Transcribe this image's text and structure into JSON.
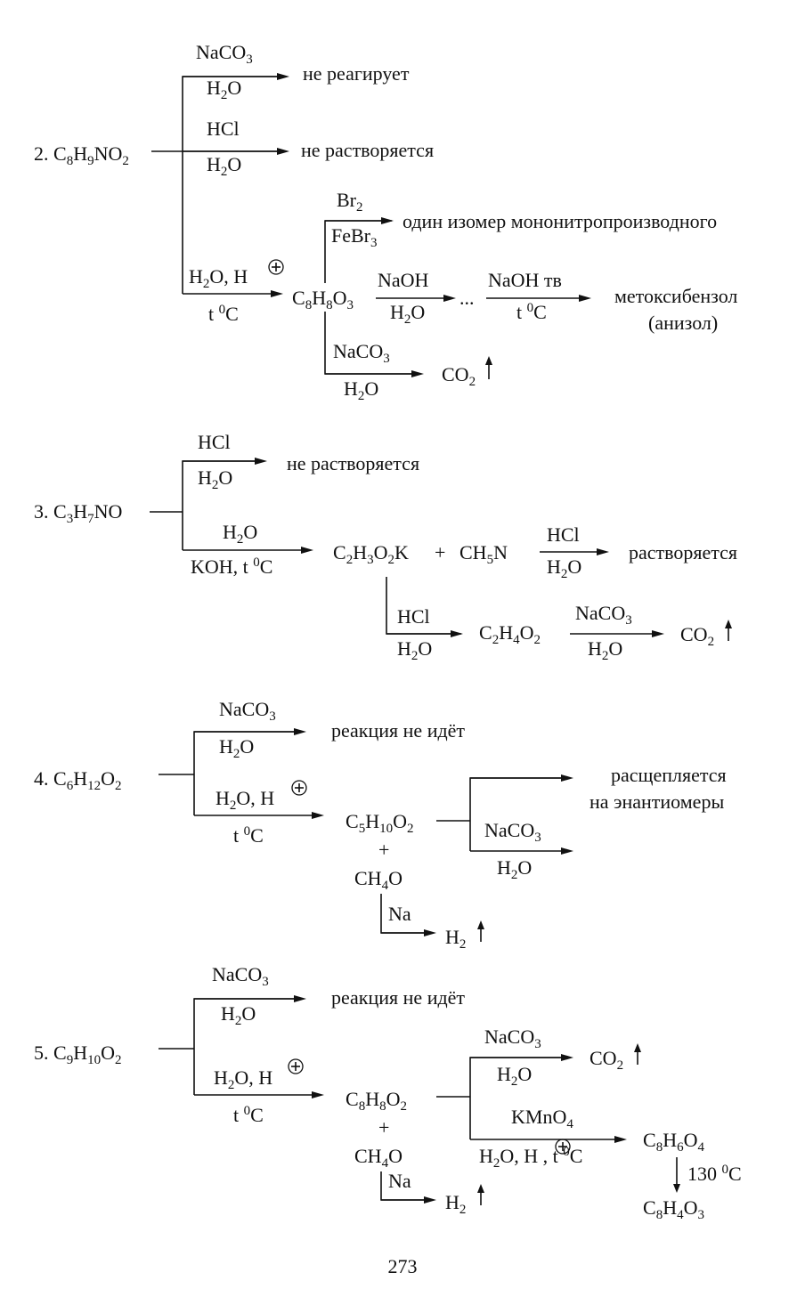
{
  "page_number": "273",
  "items": {
    "r2": {
      "start": "2. C8H9NO2",
      "b1_top": "NaCO3",
      "b1_bottom": "H2O",
      "b1_result": "не реагирует",
      "b2_top": "HCl",
      "b2_bottom": "H2O",
      "b2_result": "не растворяется",
      "b3_top": "H2O, H",
      "b3_bottom": "t 0C",
      "product": "C8H8O3",
      "up_top": "Br2",
      "up_bottom": "FeBr3",
      "up_result": "один изомер мононитропроизводного",
      "mid1_top": "NaOH",
      "mid1_bottom": "H2O",
      "dots": "...",
      "mid2_top": "NaOH тв",
      "mid2_bottom": "t 0C",
      "mid_result_1": "метоксибензол",
      "mid_result_2": "(анизол)",
      "down_top": "NaCO3",
      "down_bottom": "H2O",
      "down_result": "CO2"
    },
    "r3": {
      "start": "3. C3H7NO",
      "b1_top": "HCl",
      "b1_bottom": "H2O",
      "b1_result": "не растворяется",
      "b2_top": "H2O",
      "b2_bottom": "KOH, t 0C",
      "product_a": "C2H3O2K",
      "plus": "+",
      "product_b": "CH5N",
      "c_top": "HCl",
      "c_bottom": "H2O",
      "c_result": "растворяется",
      "d_top": "HCl",
      "d_bottom": "H2O",
      "d_result": "C2H4O2",
      "e_top": "NaCO3",
      "e_bottom": "H2O",
      "e_result": "CO2"
    },
    "r4": {
      "start": "4. C6H12O2",
      "b1_top": "NaCO3",
      "b1_bottom": "H2O",
      "b1_result": "реакция не идёт",
      "b2_top": "H2O, H",
      "b2_bottom": "t 0C",
      "product_a": "C5H10O2",
      "plus": "+",
      "product_b": "CH4O",
      "split_result_1": "расщепляется",
      "split_result_2": "на энантиомеры",
      "s2_top": "NaCO3",
      "s2_bottom": "H2O",
      "na_label": "Na",
      "na_result": "H2"
    },
    "r5": {
      "start": "5. C9H10O2",
      "b1_top": "NaCO3",
      "b1_bottom": "H2O",
      "b1_result": "реакция не идёт",
      "b2_top": "H2O, H",
      "b2_bottom": "t 0C",
      "product_a": "C8H8O2",
      "plus": "+",
      "product_b": "CH4O",
      "s1_top": "NaCO3",
      "s1_bottom": "H2O",
      "s1_result": "CO2",
      "s2_top": "KMnO4",
      "s2_bottom": "H2O, H   , t 0C",
      "s2_result": "C8H6O4",
      "heat_label": "130 0C",
      "final_result": "C8H4O3",
      "na_label": "Na",
      "na_result": "H2"
    }
  }
}
